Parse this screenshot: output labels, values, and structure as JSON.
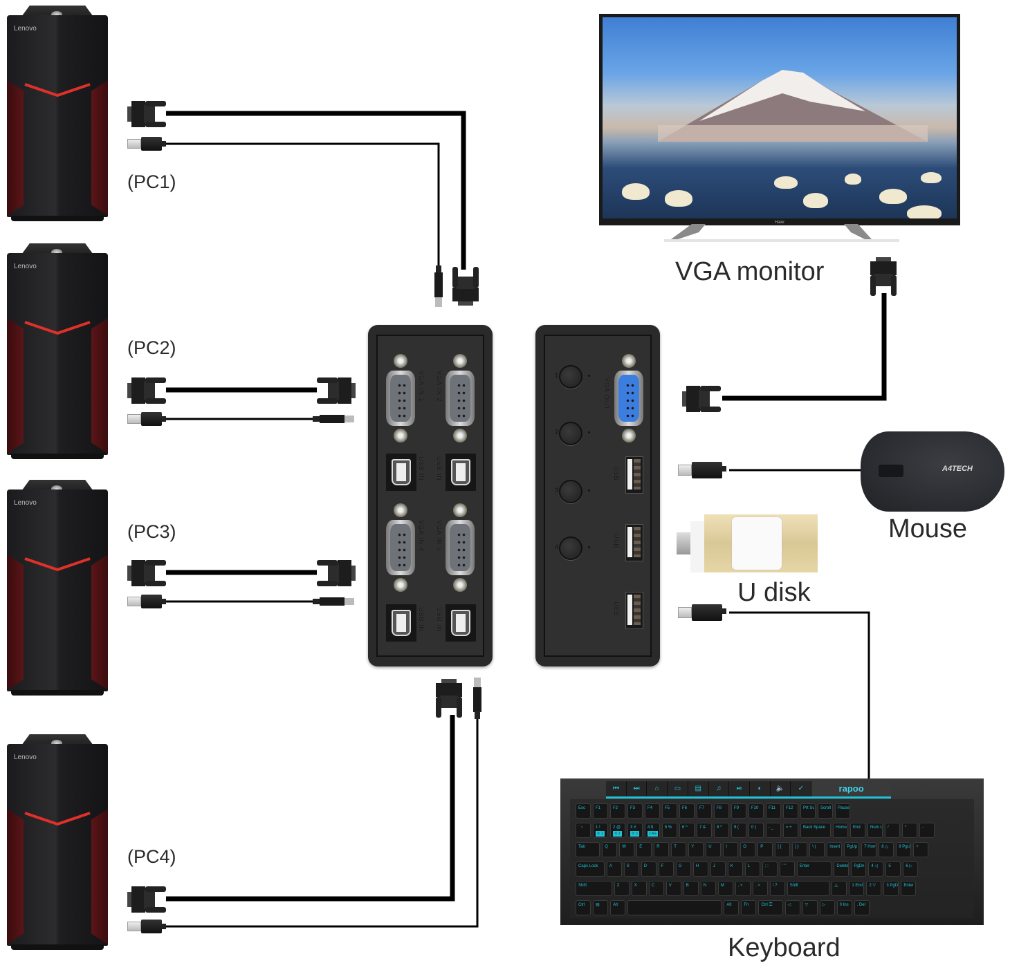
{
  "diagram": {
    "title": "4-Port VGA USB KVM Switch Connection Diagram",
    "computers": [
      {
        "label": "(PC1)",
        "brand": "Lenovo",
        "cables": [
          "VGA",
          "USB"
        ]
      },
      {
        "label": "(PC2)",
        "brand": "Lenovo",
        "cables": [
          "VGA",
          "USB"
        ]
      },
      {
        "label": "(PC3)",
        "brand": "Lenovo",
        "cables": [
          "VGA",
          "USB"
        ]
      },
      {
        "label": "(PC4)",
        "brand": "Lenovo",
        "cables": [
          "VGA",
          "USB"
        ]
      }
    ],
    "kvm_input_panel": {
      "vga_ports": [
        "VGA IN 1",
        "VGA IN 2",
        "VGA IN 4",
        "VGA IN 3"
      ],
      "usb_ports": [
        "USB IN",
        "USB IN",
        "USB IN",
        "USB IN"
      ]
    },
    "kvm_output_panel": {
      "select_buttons": [
        "1",
        "2",
        "3",
        "4"
      ],
      "vga_out_label": "VGA OUT",
      "usb_ports": [
        "USB",
        "USB",
        "USB"
      ]
    },
    "peripherals": {
      "monitor": {
        "label": "VGA monitor",
        "brand": "Haier"
      },
      "mouse": {
        "label": "Mouse",
        "brand": "A4TECH"
      },
      "udisk": {
        "label": "U disk"
      },
      "keyboard": {
        "label": "Keyboard",
        "brand": "rapoo"
      }
    },
    "connections": [
      {
        "from": "PC1",
        "to": "KVM top (VGA + USB-B)"
      },
      {
        "from": "PC2",
        "to": "VGA IN 1 / USB IN"
      },
      {
        "from": "PC3",
        "to": "VGA IN 4 / USB IN"
      },
      {
        "from": "PC4",
        "to": "KVM bottom (VGA + USB-B)"
      },
      {
        "from": "VGA OUT",
        "to": "VGA monitor"
      },
      {
        "from": "USB",
        "to": "Mouse"
      },
      {
        "from": "USB",
        "to": "U disk"
      },
      {
        "from": "USB",
        "to": "Keyboard"
      }
    ],
    "colors": {
      "cable": "#000000",
      "vga_out_port": "#3c7ee0",
      "keyboard_accent": "#1ec3d8",
      "tower_accent": "#e0302a"
    }
  },
  "keyboard_keys": {
    "media": [
      "⏮",
      "⏭",
      "⌂",
      "▭",
      "▤",
      "♫",
      "⏯",
      "◐",
      "🔈",
      "✓"
    ],
    "row_f": [
      "Esc",
      "F1",
      "F2",
      "F3",
      "F4",
      "F5",
      "F6",
      "F7",
      "F8",
      "F9",
      "F10",
      "F11",
      "F12",
      "Prt Sc SysRq",
      "Scroll Lock",
      "Pause Break"
    ],
    "row_num": [
      "` ~",
      "1 !",
      "2 @",
      "3 #",
      "4 $",
      "5 %",
      "6 ^",
      "7 &",
      "8 *",
      "9 (",
      "0 )",
      "- _",
      "= +",
      "Back Space",
      "Home",
      "End",
      "Num Lock",
      "/",
      "*",
      "-"
    ],
    "row_num_hl": [
      "",
      "② 1",
      "② 2",
      "② 3",
      "2.4G"
    ],
    "row_q": [
      "Tab",
      "Q",
      "W",
      "E",
      "R",
      "T",
      "Y",
      "U",
      "I",
      "O",
      "P",
      "[ {",
      "] }",
      "\\ |",
      "Insert",
      "PgUp",
      "7 Home",
      "8 △",
      "9 PgUp",
      "+"
    ],
    "row_a": [
      "Caps Lock",
      "A",
      "S",
      "D",
      "F",
      "G",
      "H",
      "J",
      "K",
      "L",
      "; :",
      "' \"",
      "Enter",
      "Delete",
      "PgDn",
      "4 ◁",
      "5",
      "6 ▷"
    ],
    "row_z": [
      "Shift",
      "Z",
      "X",
      "C",
      "V",
      "B",
      "N",
      "M",
      ", <",
      ". >",
      "/ ?",
      "Shift",
      "△",
      "1 End",
      "2 ▽",
      "3 PgDn",
      "Enter"
    ],
    "row_ctrl": [
      "Ctrl",
      "▤",
      "Alt",
      "",
      "Alt",
      "Fn",
      "Ctrl ☰",
      "◁",
      "▽",
      "▷",
      "0 Ins",
      ". Del"
    ]
  }
}
